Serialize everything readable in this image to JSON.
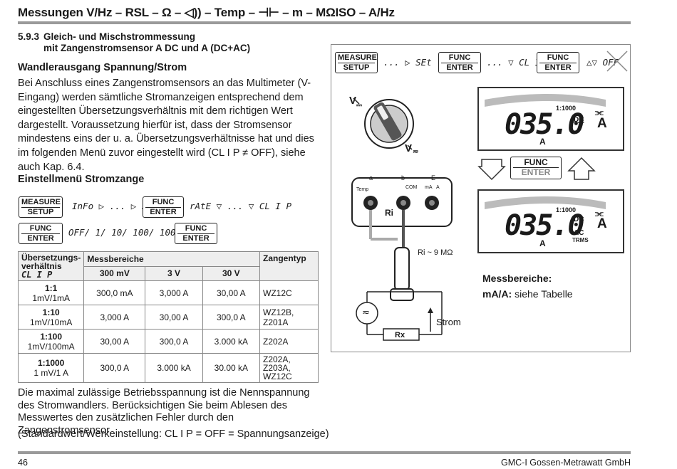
{
  "header": {
    "title": "Messungen V/Hz – RSL – Ω – ◁)) – Temp – ⊣⊢ – m – MΩISO – A/Hz"
  },
  "section": {
    "number": "5.9.3",
    "title_line1": "Gleich- und Mischstrommessung",
    "title_line2": "mit Zangenstromsensor A DC und A (DC+AC)"
  },
  "subheading": "Wandlerausgang Spannung/Strom",
  "intro": "Bei Anschluss eines Zangenstromsensors an das Multimeter (V-Eingang) werden sämtliche Stromanzeigen entsprechend dem eingestellten Übersetzungsverhältnis mit dem richtigen Wert dargestellt. Voraussetzung hierfür ist, dass der Stromsensor mindestens eins der u. a. Übersetzungsverhältnisse hat und dies im folgenden Menü zuvor eingestellt wird (CL I P ≠ OFF), siehe auch Kap. 6.4.",
  "menu_heading": "Einstellmenü Stromzange",
  "keys": {
    "measure_top": "MEASURE",
    "measure_bot": "SETUP",
    "func_top": "FUNC",
    "func_bot": "ENTER"
  },
  "menu_row1": {
    "info": "InFo ▷ ... ▷ SEt",
    "rate": "rAtE ▽ ... ▽ CL I P"
  },
  "menu_row2": {
    "options": "OFF/ 1/ 10/ 100/ 1000 △▽"
  },
  "table": {
    "h_ratio": "Übersetzungs-verhältnis",
    "h_ratio_sub": "CL I P",
    "h_ranges": "Messbereiche",
    "h_type": "Zangentyp",
    "cols": [
      "300 mV",
      "3 V",
      "30 V"
    ],
    "rows": [
      {
        "ratio": "1:1",
        "ratio_sub": "1mV/1mA",
        "v1": "300,0 mA",
        "v2": "3,000 A",
        "v3": "30,00 A",
        "type": "WZ12C"
      },
      {
        "ratio": "1:10",
        "ratio_sub": "1mV/10mA",
        "v1": "3,000 A",
        "v2": "30,00 A",
        "v3": "300,0 A",
        "type": "WZ12B, Z201A"
      },
      {
        "ratio": "1:100",
        "ratio_sub": "1mV/100mA",
        "v1": "30,00 A",
        "v2": "300,0 A",
        "v3": "3.000 kA",
        "type": "Z202A"
      },
      {
        "ratio": "1:1000",
        "ratio_sub": "1 mV/1 A",
        "v1": "300,0 A",
        "v2": "3.000 kA",
        "v3": "30.00 kA",
        "type": "Z202A, Z203A, WZ12C"
      }
    ]
  },
  "after_text": "Die maximal zulässige Betriebsspannung ist die Nennspannung des Stromwandlers. Berücksichtigen Sie beim Ablesen des Messwertes den zusätzlichen Fehler durch den Zangenstromsensor.",
  "default_text": "(Standardwert/Werkeinstellung: CL I P = OFF = Spannungsanzeige)",
  "panel": {
    "top_seq1": "... ▷ SEt",
    "top_seq2": "... ▽ CL I P",
    "top_seq3": "△▽ OFF",
    "dial_v": "V",
    "dial_v2": "V",
    "lcd_value": "035.0",
    "lcd_ratio": "1:1000",
    "lcd_unit": "A",
    "lcd_dc": "DC",
    "lcd_ac": "AC",
    "lcd_trms": "TRMS",
    "sock_a": "a",
    "sock_b": "b",
    "sock_e": "E",
    "sock_com": "COM",
    "sock_ma": "mA",
    "sock_a2": "A",
    "sock_temp": "Temp",
    "ri": "Ri",
    "ri_val": "Ri ~ 9 MΩ",
    "rx": "Rx",
    "strom": "Strom",
    "meas_title": "Messbereiche:",
    "meas_bold": "mA/A:",
    "meas_text": "siehe Tabelle"
  },
  "footer": {
    "page": "46",
    "company": "GMC-I Gossen-Metrawatt GmbH"
  }
}
